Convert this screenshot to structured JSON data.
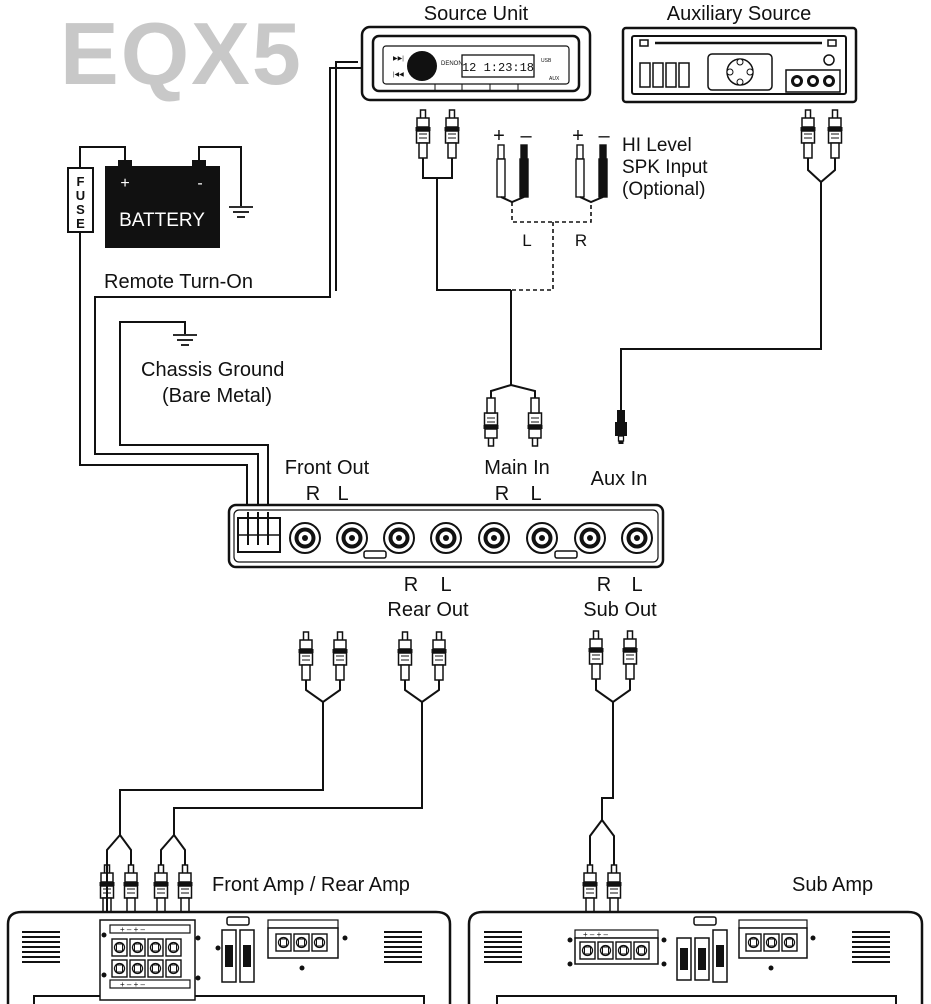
{
  "brand": "EQX5",
  "source_unit": {
    "title": "Source Unit",
    "display_time": "12 1:23:18",
    "brand_mark": "DENON",
    "btn_labels": [
      "▶▶|",
      "|◀◀",
      "USB",
      "AUX"
    ]
  },
  "aux_source": {
    "title": "Auxiliary Source"
  },
  "battery": {
    "label": "BATTERY",
    "plus": "+",
    "minus": "-"
  },
  "fuse": {
    "label": [
      "F",
      "U",
      "S",
      "E"
    ]
  },
  "hi_level": {
    "line1": "HI Level",
    "line2": "SPK Input",
    "line3": "(Optional)",
    "left": "L",
    "right": "R",
    "plus": "+",
    "minus": "–"
  },
  "remote_label": "Remote Turn-On",
  "chassis": {
    "line1": "Chassis Ground",
    "line2": "(Bare Metal)"
  },
  "front_out": {
    "label": "Front Out",
    "r": "R",
    "l": "L"
  },
  "main_in": {
    "label": "Main In",
    "r": "R",
    "l": "L"
  },
  "aux_in": {
    "label": "Aux In"
  },
  "rear_out": {
    "label": "Rear Out",
    "r": "R",
    "l": "L"
  },
  "sub_out": {
    "label": "Sub Out",
    "r": "R",
    "l": "L"
  },
  "front_amp": {
    "label": "Front Amp / Rear Amp"
  },
  "sub_amp": {
    "label": "Sub Amp"
  }
}
